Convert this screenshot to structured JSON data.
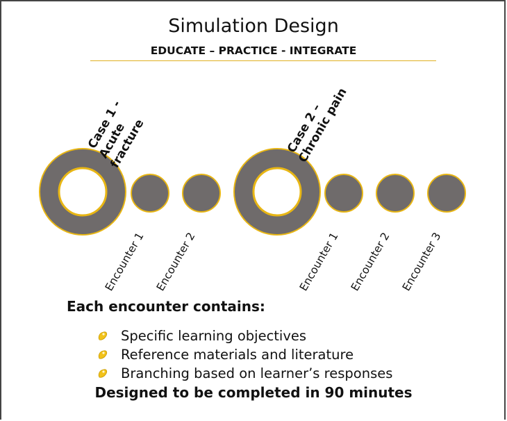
{
  "title": "Simulation Design",
  "subtitle": "EDUCATE – PRACTICE - INTEGRATE",
  "cases": [
    {
      "label_lines": [
        "Case 1 -",
        "Acute",
        "fracture"
      ],
      "encounters": [
        "Encounter 1",
        "Encounter 2"
      ]
    },
    {
      "label_lines": [
        "Case 2 –",
        "Chronic pain"
      ],
      "encounters": [
        "Encounter 1",
        "Encounter 2",
        "Encounter 3"
      ]
    }
  ],
  "colors": {
    "ring": "#6f6b6b",
    "outline": "#e8b614",
    "rule": "#e0b020"
  },
  "heading": "Each encounter contains:",
  "bullets": [
    {
      "icon": "yellow-blob-bullet-icon",
      "text": "Specific learning objectives"
    },
    {
      "icon": "yellow-blob-bullet-icon",
      "text": "Reference materials and literature"
    },
    {
      "icon": "yellow-blob-bullet-icon",
      "text": "Branching based on learner’s responses"
    }
  ],
  "footer": "Designed to be completed in 90 minutes"
}
